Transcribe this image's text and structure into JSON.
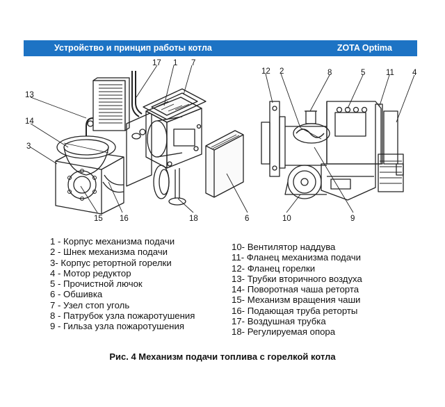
{
  "header": {
    "title": "Устройство и принцип работы котла",
    "brand": "ZOTA Optima",
    "color": "#1d73c4"
  },
  "figure": {
    "callouts_left": [
      "17",
      "1",
      "7",
      "13",
      "14",
      "3",
      "15",
      "16",
      "18",
      "6"
    ],
    "callouts_right": [
      "12",
      "2",
      "8",
      "5",
      "11",
      "4",
      "10",
      "9"
    ]
  },
  "legend": {
    "left": [
      "1 - Корпус механизма подачи",
      "2 - Шнек механизма подачи",
      "3- Корпус ретортной горелки",
      "4 - Мотор редуктор",
      "5 - Прочистной лючок",
      "6 - Обшивка",
      "7 - Узел стоп уголь",
      "8 - Патрубок узла пожаротушения",
      "9 - Гильза узла пожаротушения"
    ],
    "right": [
      "10- Вентилятор наддува",
      "11- Фланец механизма подачи",
      "12- Фланец горелки",
      "13- Трубки вторичного воздуха",
      "14- Поворотная чаша реторта",
      "15- Механизм вращения чаши",
      "16- Подающая труба реторты",
      "17- Воздушная трубка",
      "18- Регулируемая опора"
    ]
  },
  "caption": "Рис. 4 Механизм подачи топлива с горелкой котла"
}
